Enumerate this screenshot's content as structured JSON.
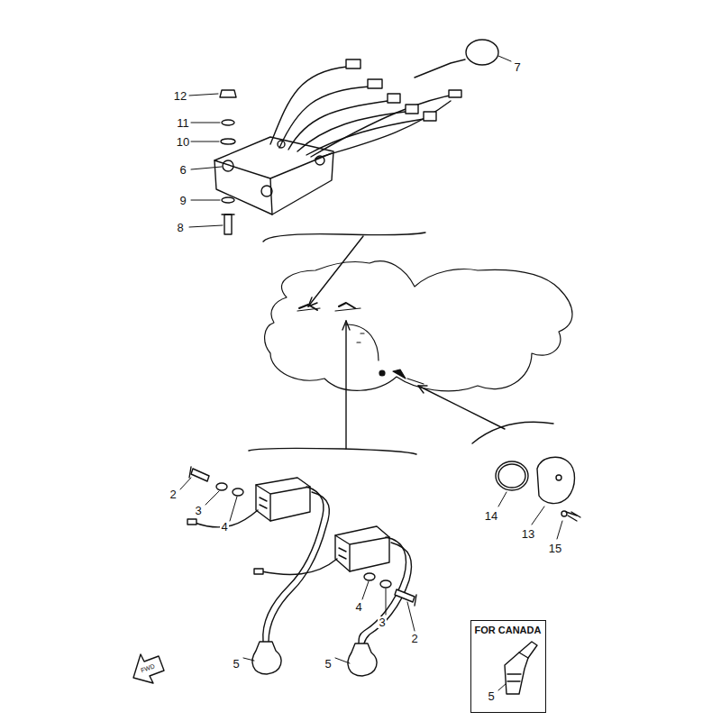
{
  "diagram": {
    "nodes": [
      {
        "text": [
          "FOR CANADA"
        ]
      }
    ],
    "labels": [
      "12",
      "11",
      "10",
      "6",
      "9",
      "8",
      "7",
      "2",
      "3",
      "4",
      "4",
      "3",
      "2",
      "5",
      "5",
      "14",
      "13",
      "15",
      "5",
      "FWD"
    ]
  }
}
